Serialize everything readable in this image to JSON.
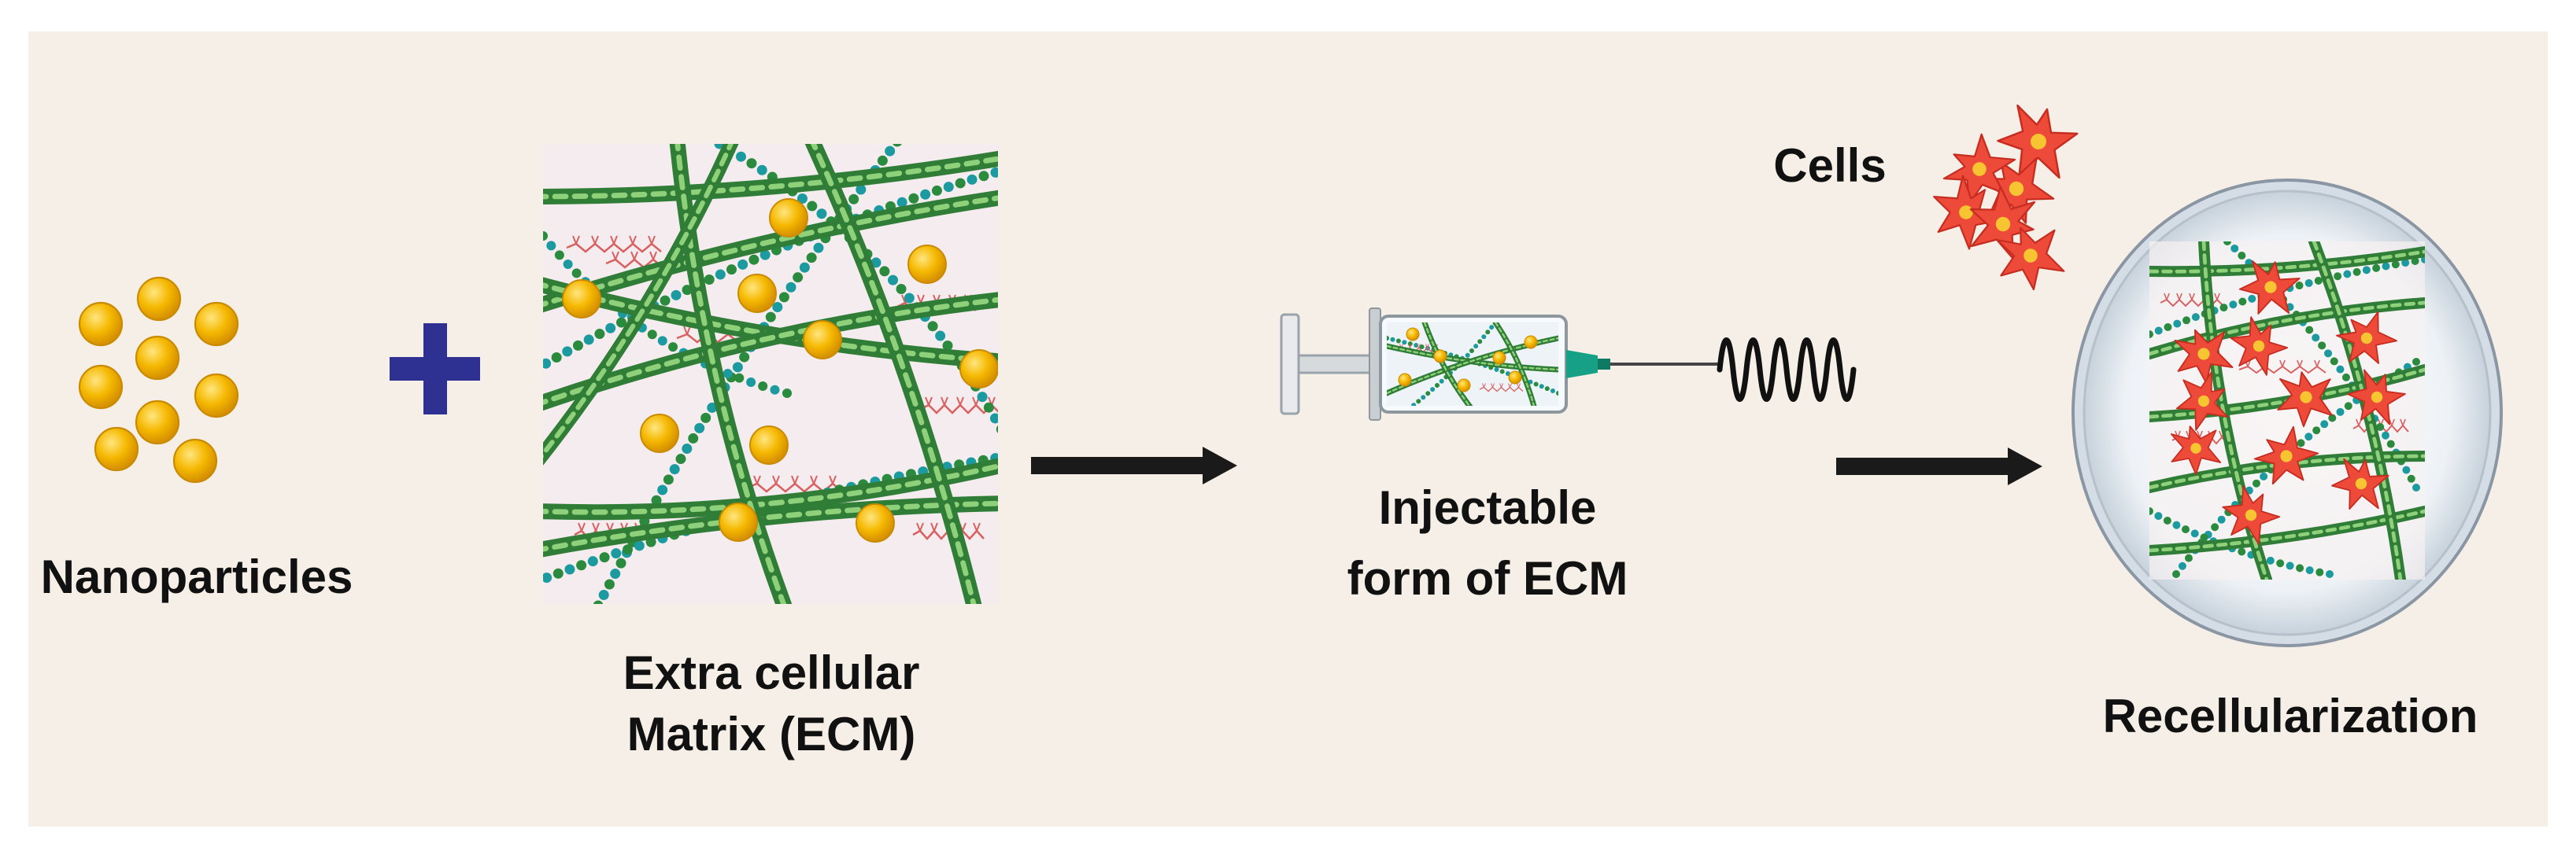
{
  "labels": {
    "nanoparticles": "Nanoparticles",
    "ecm_line1": "Extra cellular",
    "ecm_line2": "Matrix (ECM)",
    "injectable_line1": "Injectable",
    "injectable_line2": "form of ECM",
    "cells": "Cells",
    "recellularization": "Recellularization"
  },
  "colors": {
    "background": "#f6efe7",
    "nanoparticle": "#f5b800",
    "plus": "#2e3192",
    "fiber": "#2f8a3a",
    "beads": "#138a8a",
    "protein": "#d96060",
    "cell": "#ee4a3a",
    "arrow": "#1a1a1a"
  }
}
